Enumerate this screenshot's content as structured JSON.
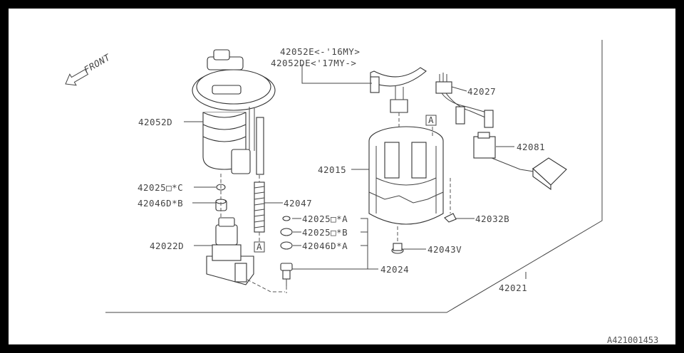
{
  "front_label": "FRONT",
  "box_marker": "A",
  "catalog_ref": "A421001453",
  "parts": {
    "p42052E": "42052E<-'16MY>",
    "p42052DE": "42052DE<'17MY->",
    "p42027": "42027",
    "p42052D": "42052D",
    "p42081": "42081",
    "p42015": "42015",
    "p42025C": "42025□*C",
    "p42047": "42047",
    "p42046DB": "42046D*B",
    "p42025A": "42025□*A",
    "p42032B": "42032B",
    "p42025B": "42025□*B",
    "p42022D": "42022D",
    "p42046DA": "42046D*A",
    "p42043V": "42043V",
    "p42024": "42024",
    "p42021": "42021"
  }
}
